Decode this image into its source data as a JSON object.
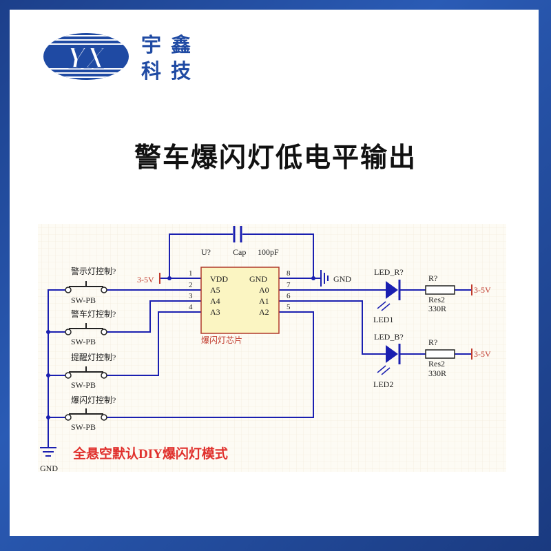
{
  "brand": {
    "logo_text": "YX",
    "chars_line1": "宇 鑫",
    "chars_line2": "科 技"
  },
  "title": "警车爆闪灯低电平输出",
  "schematic": {
    "chip": {
      "ref": "U?",
      "name": "爆闪灯芯片",
      "left_pins": [
        {
          "num": "1",
          "name": "VDD"
        },
        {
          "num": "2",
          "name": "A5"
        },
        {
          "num": "3",
          "name": "A4"
        },
        {
          "num": "4",
          "name": "A3"
        }
      ],
      "right_pins": [
        {
          "num": "8",
          "name": "GND"
        },
        {
          "num": "7",
          "name": "A0"
        },
        {
          "num": "6",
          "name": "A1"
        },
        {
          "num": "5",
          "name": "A2"
        }
      ]
    },
    "capacitor": {
      "ref": "Cap",
      "value": "100pF"
    },
    "power_left": "3-5V",
    "gnd_label": "GND",
    "switches": [
      {
        "label": "警示灯控制?",
        "type": "SW-PB"
      },
      {
        "label": "警车灯控制?",
        "type": "SW-PB"
      },
      {
        "label": "提醒灯控制?",
        "type": "SW-PB"
      },
      {
        "label": "爆闪灯控制?",
        "type": "SW-PB"
      }
    ],
    "leds": [
      {
        "ref": "LED_R?",
        "name": "LED1",
        "res_ref": "R?",
        "res_type": "Res2",
        "res_value": "330R",
        "supply": "3-5V"
      },
      {
        "ref": "LED_B?",
        "name": "LED2",
        "res_ref": "R?",
        "res_type": "Res2",
        "res_value": "330R",
        "supply": "3-5V"
      }
    ],
    "ground_bottom": "GND",
    "note": "全悬空默认DIY爆闪灯模式"
  },
  "colors": {
    "wire": "#1a1fb0",
    "pin": "#c0392b",
    "chip_fill": "#fbf5c2",
    "chip_border": "#b0392b",
    "note": "#e0302c",
    "logo": "#1f4aa3"
  }
}
